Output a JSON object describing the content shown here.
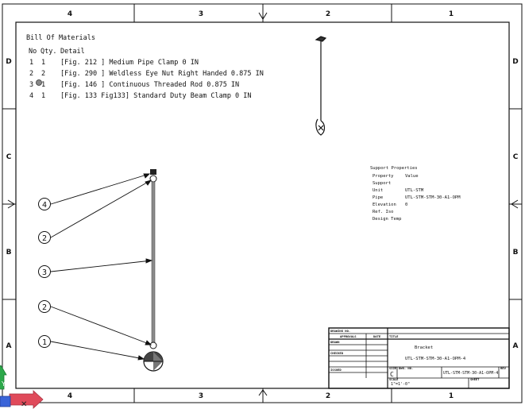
{
  "zones": {
    "cols_top": [
      "4",
      "3",
      "2",
      "1"
    ],
    "cols_bottom": [
      "4",
      "3",
      "2",
      "1"
    ],
    "rows_left": [
      "D",
      "C",
      "B",
      "A"
    ],
    "rows_right": [
      "D",
      "C",
      "B",
      "A"
    ]
  },
  "bom": {
    "title": "Bill Of Materials",
    "headers": {
      "no": "No",
      "qty": "Qty.",
      "detail": "Detail"
    },
    "rows": [
      {
        "no": "1",
        "qty": "1",
        "detail": "[Fig. 212 ] Medium Pipe Clamp 0 IN"
      },
      {
        "no": "2",
        "qty": "2",
        "detail": "[Fig. 290 ] Weldless Eye Nut Right Handed 0.875 IN"
      },
      {
        "no": "3",
        "qty": "1",
        "detail": "[Fig. 146 ] Continuous Threaded Rod 0.875 IN"
      },
      {
        "no": "4",
        "qty": "1",
        "detail": "[Fig. 133 Fig133] Standard Duty Beam Clamp 0 IN"
      }
    ]
  },
  "balloons": [
    "4",
    "2",
    "3",
    "2",
    "1"
  ],
  "support_properties": {
    "title": "Support Properties",
    "rows": [
      {
        "key": "Property",
        "value": "Value"
      },
      {
        "key": "Support",
        "value": ""
      },
      {
        "key": "Unit",
        "value": "UTL-STM"
      },
      {
        "key": "Pipe",
        "value": "UTL-STM-STM-30-A1-OPM"
      },
      {
        "key": "Elevation",
        "value": "0"
      },
      {
        "key": "Ref. Iso",
        "value": ""
      },
      {
        "key": "Design Temp",
        "value": ""
      }
    ]
  },
  "title_block": {
    "drawing_no_label": "DRAWING NO.",
    "approvals_label": "APPROVALS",
    "date_label": "DATE",
    "drawn_label": "DRAWN",
    "checked_label": "CHECKED",
    "issued_label": "ISSUED",
    "size_label": "SIZE",
    "size_value": "C",
    "title_label": "TITLE",
    "title_line1": "Bracket",
    "title_line2": "UTL-STM-STM-30-A1-OPM-4",
    "dwg_no_label": "DWG. NO.",
    "dwg_no_value": "UTL-STM-STM-30-A1-OPM-4",
    "rev_label": "REV",
    "scale_label": "SCALE",
    "scale_value": "1\"=1'-0\"",
    "sheet_label": "SHEET"
  },
  "colors": {
    "rod": "#8a8a8a",
    "axis_y": "#2ca84a",
    "axis_x": "#e04a5a",
    "axis_z": "#3a64d8"
  }
}
